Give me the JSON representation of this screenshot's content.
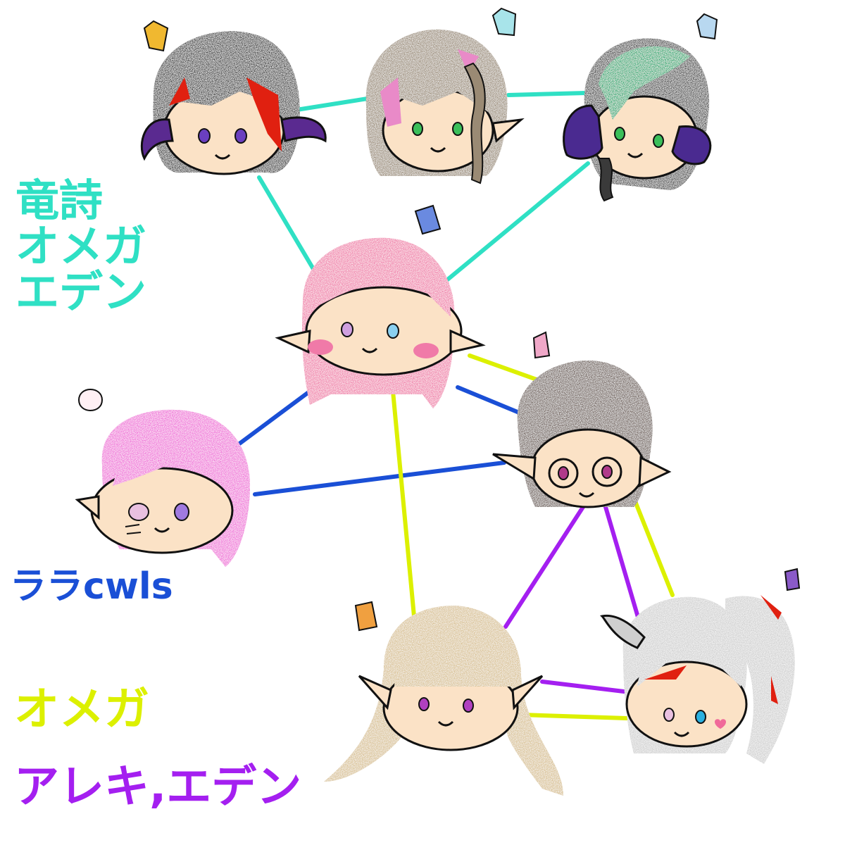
{
  "colors": {
    "teal": "#2fe0c4",
    "blue": "#1a4fd6",
    "yellow": "#dcf000",
    "purple": "#a41ff0",
    "skin": "#fbe2c6",
    "outline": "#111111"
  },
  "groups": {
    "teal_label": "竜詩\nオメガ\nエデン",
    "blue_label": "ララcwls",
    "yellow_label": "オメガ",
    "purple_label": "アレキ,エデン"
  },
  "characters": [
    {
      "name": "char-black-red-hair-horns",
      "hair": "#2b2b2b",
      "accent": "#e02010",
      "eyes": "#6a3fc0",
      "horns": "#5a2a90",
      "icon": "gold-crystal-icon"
    },
    {
      "name": "char-brown-braid-hair",
      "hair": "#9a8a74",
      "accent": "#e98ac8",
      "eyes": "#3bbf5a",
      "horns": null,
      "icon": "blue-crystal-icon"
    },
    {
      "name": "char-green-black-hair-horns",
      "hair": "#3a3a3a",
      "accent": "#1fa86e",
      "eyes": "#3bbf5a",
      "horns": "#4a2a90",
      "icon": "light-blue-crystal-icon"
    },
    {
      "name": "char-pink-hair-center",
      "hair": "#f07aa8",
      "accent": "#f07aa8",
      "eyes": "#b07ad0",
      "horns": null,
      "icon": "blue-gem-icon"
    },
    {
      "name": "char-brown-hair-glasses",
      "hair": "#6a5a52",
      "accent": "#6a5a52",
      "eyes": "#b03a8a",
      "horns": null,
      "icon": "pink-crystal-icon"
    },
    {
      "name": "char-magenta-hair-lalafell",
      "hair": "#f06ad8",
      "accent": "#f06ad8",
      "eyes": "#a07ae0",
      "horns": null,
      "icon": "white-pot-icon"
    },
    {
      "name": "char-blonde-long-hair",
      "hair": "#d8c090",
      "accent": "#d8c090",
      "eyes": "#b040c0",
      "horns": null,
      "icon": "orange-crystal-icon"
    },
    {
      "name": "char-white-ponytail-horns",
      "hair": "#cfcfcf",
      "accent": "#e02010",
      "eyes": "#2ab0e0",
      "horns": "#cfcfcf",
      "icon": "purple-crystal-icon"
    }
  ]
}
